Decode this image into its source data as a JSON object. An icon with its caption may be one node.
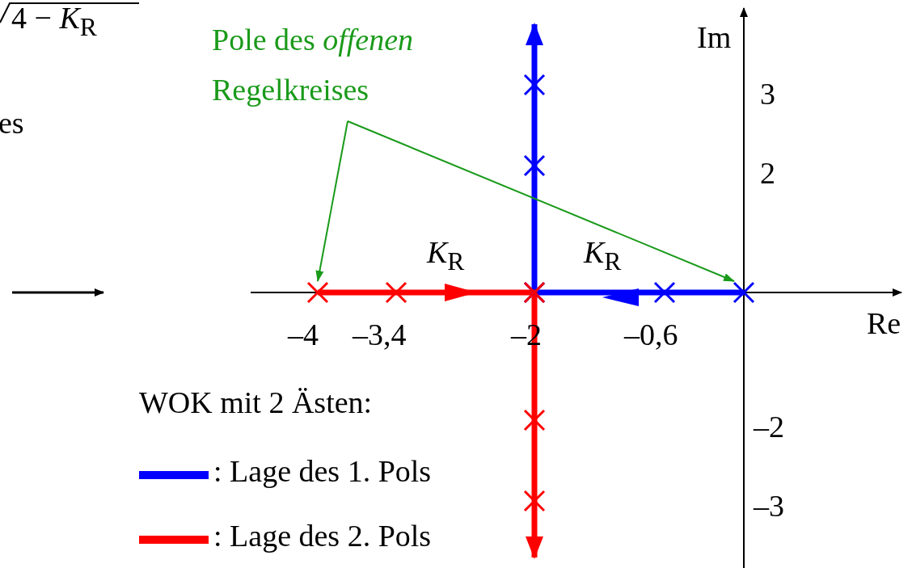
{
  "diagram": {
    "nodes": [
      {
        "text": [
          "Pole des *offenen* Regelkreises"
        ]
      },
      {
        "text": [],
        "shape": "cross"
      },
      {
        "text": [],
        "shape": "cross"
      }
    ],
    "edges": [
      {
        "from": 0,
        "to": 1,
        "arrow": "to",
        "color": "#1a9a1a"
      },
      {
        "from": 0,
        "to": 2,
        "arrow": "to",
        "color": "#1a9a1a"
      }
    ],
    "labels": [
      "4 − *K*$_{R}$",
      "es",
      "Im",
      "3",
      "2",
      "*K*$_{R}$",
      "*K*$_{R}$",
      "Re",
      "–4",
      "–3,4",
      "–2",
      "–0,6",
      "WOK mit 2 Ästen:",
      "–2",
      "–3"
    ],
    "legend": [
      {
        "text": ": Lage des 1. Pols",
        "color": "#0000ff"
      },
      {
        "text": ": Lage des 2. Pols",
        "color": "#ff0000"
      }
    ]
  }
}
